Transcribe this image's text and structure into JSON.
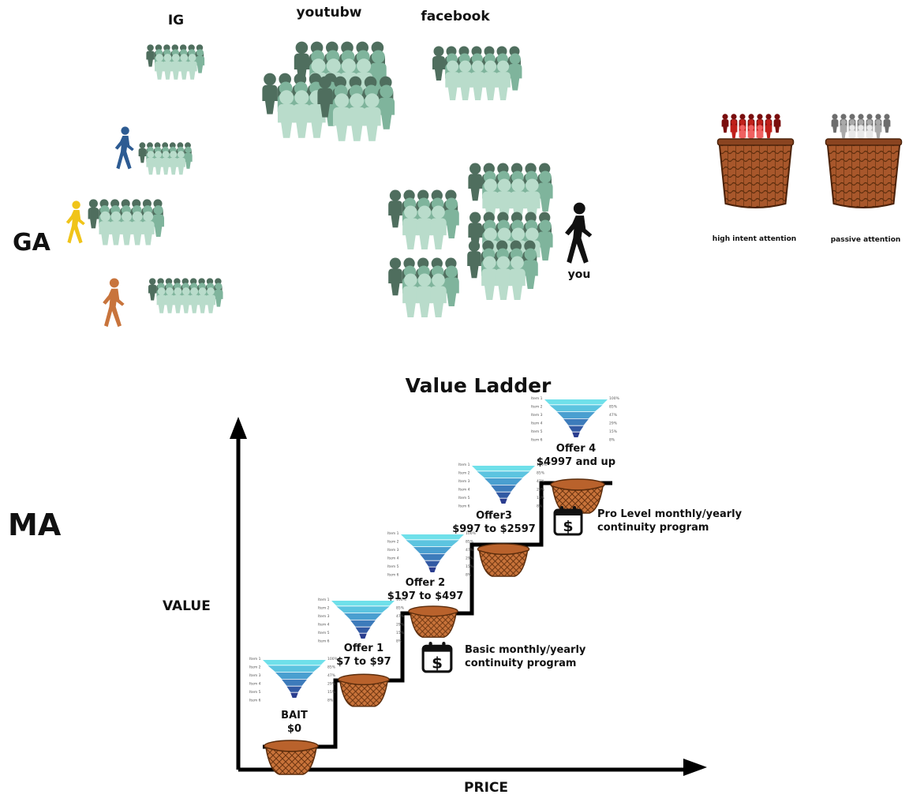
{
  "labels": {
    "ig": "IG",
    "youtube": "youtubw",
    "facebook": "facebook",
    "ga": "GA",
    "ma": "MA",
    "you": "you",
    "high_intent": "high intent attention",
    "passive": "passive attention"
  },
  "ladder": {
    "title": "Value Ladder",
    "y_axis": "VALUE",
    "x_axis": "PRICE",
    "offers": [
      {
        "name": "BAIT",
        "price": "$0"
      },
      {
        "name": "Offer 1",
        "price": "$7 to $97"
      },
      {
        "name": "Offer 2",
        "price": "$197 to $497"
      },
      {
        "name": "Offer3",
        "price": "$997 to $2597"
      },
      {
        "name": "Offer 4",
        "price": "$4997 and up"
      }
    ],
    "programs": {
      "basic": "Basic monthly/yearly continuity program",
      "pro": "Pro Level monthly/yearly continuity program"
    },
    "funnel_items": [
      "Item 1",
      "Item 2",
      "Item 3",
      "Item 4",
      "Item 5",
      "Item 6"
    ],
    "funnel_pcts": [
      "100%",
      "85%",
      "47%",
      "29%",
      "15%",
      "8%"
    ]
  },
  "colors": {
    "crowd_dark": "#4f6e5e",
    "crowd_mid": "#7fb49c",
    "crowd_light": "#b9dccb",
    "walker_blue": "#2d5b92",
    "walker_yellow": "#f0c419",
    "walker_orange": "#c8743c",
    "walker_black": "#111111",
    "basket": "#c8733a",
    "red_people": "#c0201a",
    "gray_people": "#9a9a9a",
    "funnel_top": "#6fe0ea",
    "funnel_bottom": "#2a3d8f"
  }
}
